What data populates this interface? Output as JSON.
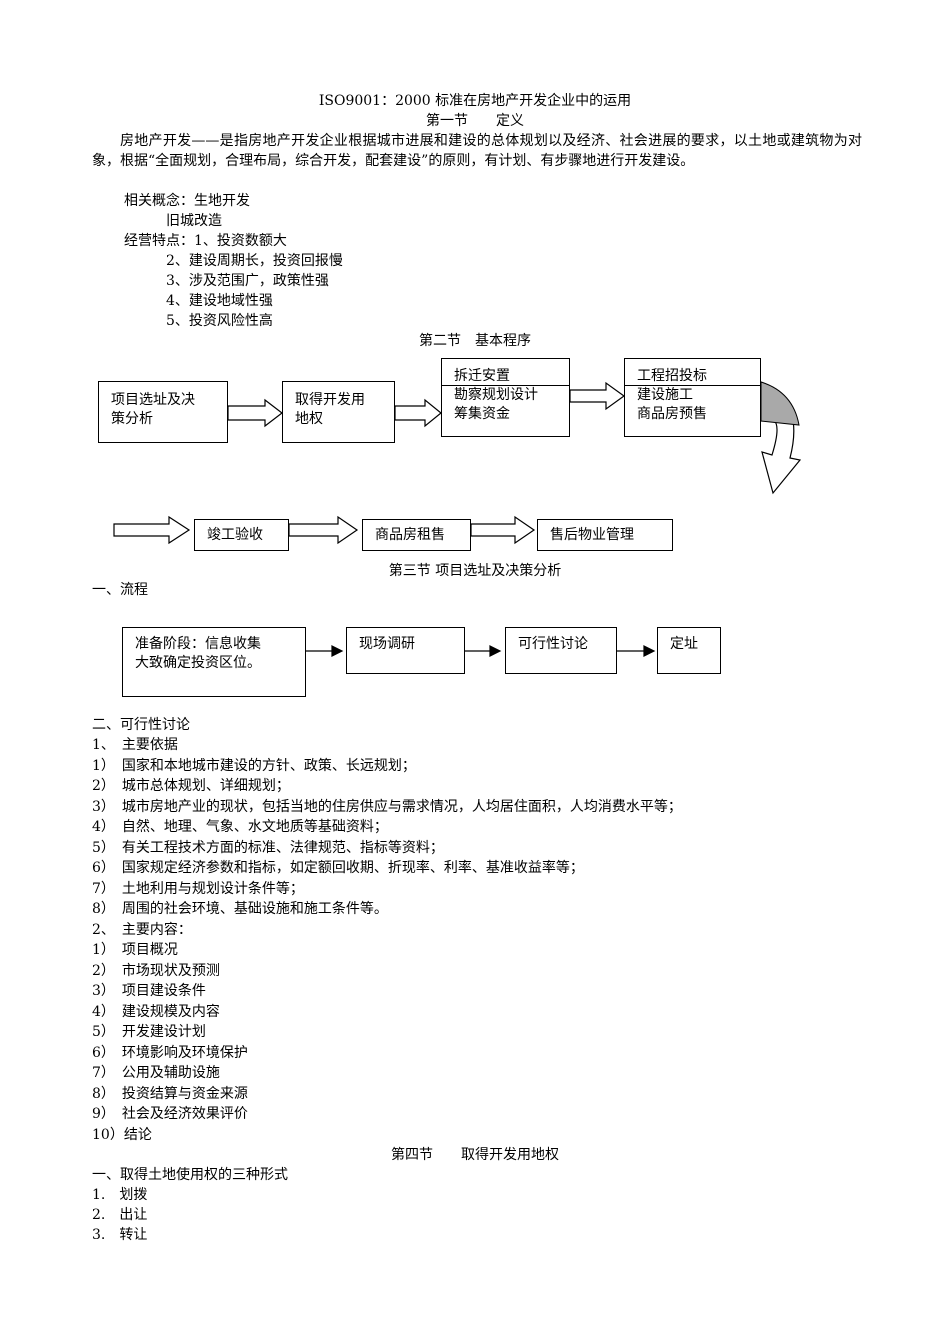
{
  "title": "ISO9001：2000 标准在房地产开发企业中的运用",
  "section1": {
    "heading": "第一节　　定义",
    "paragraph": "房地产开发——是指房地产开发企业根据城市进展和建设的总体规划以及经济、社会进展的要求，以土地或建筑物为对象，根据“全面规划，合理布局，综合开发，配套建设”的原则，有计划、有步骤地进行开发建设。",
    "related_label": "相关概念：生地开发",
    "related_item2": "旧城改造",
    "features_label": "经营特点：1、投资数额大",
    "features": [
      "2、建设周期长，投资回报慢",
      "3、涉及范围广，政策性强",
      "4、建设地域性强",
      "5、投资风险性高"
    ]
  },
  "section2": {
    "heading": "第二节　基本程序",
    "flow": {
      "box1": [
        "项目选址及决",
        "策分析"
      ],
      "box2": [
        "取得开发用",
        "地权"
      ],
      "box3": [
        "拆迁安置",
        "勘察规划设计",
        "筹集资金"
      ],
      "box4": [
        "工程招投标",
        "建设施工",
        "商品房预售"
      ],
      "box5": "竣工验收",
      "box6": "商品房租售",
      "box7": "售后物业管理"
    }
  },
  "section3": {
    "heading": "第三节  项目选址及决策分析",
    "sub1": "一、流程",
    "flow": {
      "box1": [
        "准备阶段：信息收集",
        "大致确定投资区位。"
      ],
      "box2": "现场调研",
      "box3": "可行性讨论",
      "box4": "定址"
    },
    "sub2": "二、可行性讨论",
    "basis_title": "1、　主要依据",
    "basis": [
      "1）　国家和本地城市建设的方针、政策、长远规划；",
      "2）　城市总体规划、详细规划；",
      "3）　城市房地产业的现状，包括当地的住房供应与需求情况，人均居住面积，人均消费水平等；",
      "4）　自然、地理、气象、水文地质等基础资料；",
      "5）　有关工程技术方面的标准、法律规范、指标等资料；",
      "6）　国家规定经济参数和指标，如定额回收期、折现率、利率、基准收益率等；",
      "7）　土地利用与规划设计条件等；",
      "8）　周围的社会环境、基础设施和施工条件等。"
    ],
    "content_title": "2、　主要内容：",
    "contents": [
      "1）　项目概况",
      "2）　市场现状及预测",
      "3）　项目建设条件",
      "4）　建设规模及内容",
      "5）　开发建设计划",
      "6）　环境影响及环境保护",
      "7）　公用及辅助设施",
      "8）　投资结算与资金来源",
      "9）　社会及经济效果评价",
      "10）结论"
    ]
  },
  "section4": {
    "heading": "第四节　　取得开发用地权",
    "sub1": "一、取得土地使用权的三种形式",
    "items": [
      "1.　划拨",
      "2.　出让",
      "3.　转让"
    ]
  }
}
